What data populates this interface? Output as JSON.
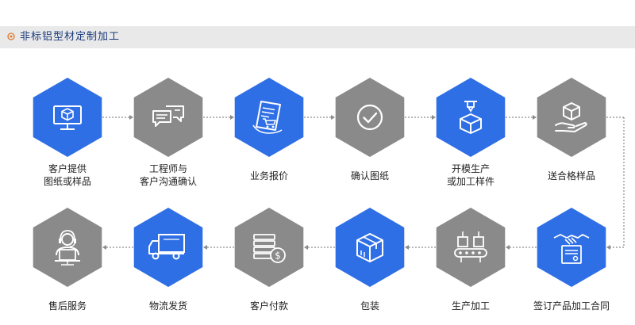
{
  "header": {
    "title": "非标铝型材定制加工",
    "bullet_icon": "circle-bullet-icon"
  },
  "colors": {
    "blue": "#2f6fe6",
    "gray": "#8a8a8a",
    "header_bg": "#e9e9e9",
    "title": "#1a3a7a",
    "bullet": "#e07a2f",
    "connector": "#8c8c8c"
  },
  "steps": [
    {
      "id": "provide-drawing",
      "icon": "monitor-box-icon",
      "color": "blue",
      "label_lines": [
        "客户提供",
        "图纸或样品"
      ]
    },
    {
      "id": "engineer-communication",
      "icon": "chat-bubbles-icon",
      "color": "gray",
      "label_lines": [
        "工程师与",
        "客户沟通确认"
      ]
    },
    {
      "id": "quotation",
      "icon": "document-cart-icon",
      "color": "blue",
      "label_lines": [
        "业务报价"
      ]
    },
    {
      "id": "confirm-drawing",
      "icon": "check-circle-icon",
      "color": "gray",
      "label_lines": [
        "确认图纸"
      ]
    },
    {
      "id": "mold-sampling",
      "icon": "mold-machine-icon",
      "color": "blue",
      "label_lines": [
        "开模生产",
        "或加工样件"
      ]
    },
    {
      "id": "deliver-samples",
      "icon": "hand-box-icon",
      "color": "gray",
      "label_lines": [
        "送合格样品"
      ]
    },
    {
      "id": "sign-contract",
      "icon": "handshake-contract-icon",
      "color": "blue",
      "label_lines": [
        "签订产品加工合同"
      ]
    },
    {
      "id": "production",
      "icon": "conveyor-icon",
      "color": "gray",
      "label_lines": [
        "生产加工"
      ]
    },
    {
      "id": "packaging",
      "icon": "package-box-icon",
      "color": "blue",
      "label_lines": [
        "包装"
      ]
    },
    {
      "id": "payment",
      "icon": "coins-icon",
      "color": "gray",
      "label_lines": [
        "客户付款"
      ]
    },
    {
      "id": "shipping",
      "icon": "truck-icon",
      "color": "blue",
      "label_lines": [
        "物流发货"
      ]
    },
    {
      "id": "after-sales",
      "icon": "headset-support-icon",
      "color": "gray",
      "label_lines": [
        "售后服务"
      ]
    }
  ]
}
